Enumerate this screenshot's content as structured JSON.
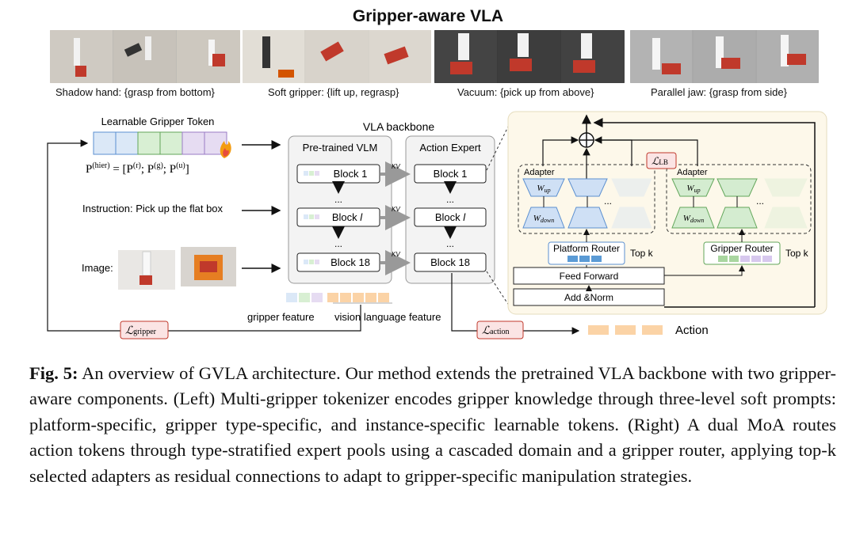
{
  "title": "Gripper-aware VLA",
  "grippers": [
    {
      "label": "Shadow hand: {grasp from bottom}"
    },
    {
      "label": "Soft gripper: {lift up, regrasp}"
    },
    {
      "label": "Vacuum: {pick up from above}"
    },
    {
      "label": "Parallel jaw: {grasp from side}"
    }
  ],
  "left": {
    "token_label": "Learnable Gripper Token",
    "fire_icon": "fire-icon",
    "instruction": "Instruction: Pick up the flat box",
    "image_label": "Image:",
    "loss_gripper": "gripper"
  },
  "backbone": {
    "title": "VLA backbone",
    "vlm_title": "Pre-trained VLM",
    "expert_title": "Action Expert",
    "blocks": [
      "Block 1",
      "Block",
      "Block 18"
    ],
    "block_mid_index": "l",
    "kv": "KV",
    "dots": "...",
    "gripper_feature": "gripper feature",
    "vl_feature": "vision language feature",
    "loss_action": "action",
    "action_label": "Action"
  },
  "moa": {
    "adapter": "Adapter",
    "w_up": "up",
    "w_down": "down",
    "loss_lb": "LB",
    "platform_router": "Platform Router",
    "gripper_router": "Gripper Router",
    "topk": "Top k",
    "feed_forward": "Feed Forward",
    "add_norm": "Add &Norm",
    "dots": "..."
  },
  "caption": {
    "label": "Fig. 5:",
    "text": "An overview of GVLA architecture. Our method extends the pretrained VLA backbone with two gripper-aware components. (Left) Multi-gripper tokenizer encodes gripper knowledge through three-level soft prompts: platform-specific, gripper type-specific, and instance-specific learnable tokens. (Right) A dual MoA routes action tokens through type-stratified expert pools using a cascaded domain and a gripper router, applying top-k selected adapters as residual connections to adapt to gripper-specific manipulation strategies."
  },
  "colors": {
    "blue_fill": "#dbe8f7",
    "blue_stroke": "#5b8fd0",
    "green_fill": "#d8efd3",
    "green_stroke": "#62a65a",
    "purple_fill": "#e6dcf2",
    "orange_fill": "#fbd3a6",
    "red": "#c0392b",
    "panel_bg": "#fdf8ea"
  }
}
